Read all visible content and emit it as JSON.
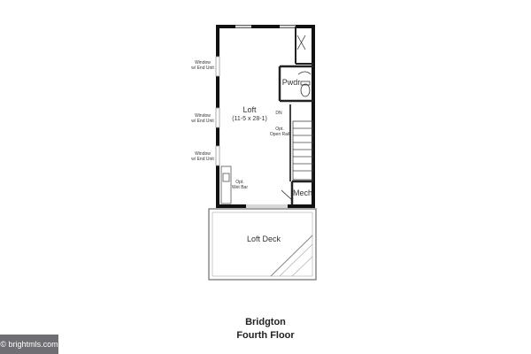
{
  "plan": {
    "rooms": {
      "loft_name": "Loft",
      "loft_dims": "(11-5 x 28-1)",
      "powder": "Pwdr",
      "mech": "Mech",
      "deck": "Loft Deck"
    },
    "notes": {
      "window_line1": "Window",
      "window_line2": "w/ End Unit",
      "down": "DN",
      "open_rail_line1": "Opt.",
      "open_rail_line2": "Open Rail",
      "wet_bar_line1": "Opt.",
      "wet_bar_line2": "Wet Bar"
    }
  },
  "caption": {
    "model": "Bridgton",
    "floor": "Fourth Floor"
  },
  "badge": "© brightmls.com"
}
